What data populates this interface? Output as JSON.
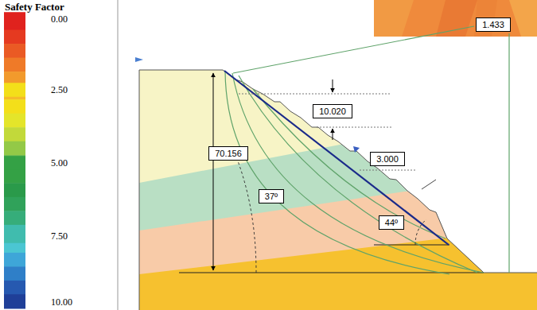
{
  "diagram": {
    "nodes": [
      {
        "text": [
          "1.433"
        ]
      },
      {
        "text": [
          "10.020"
        ]
      },
      {
        "text": [
          "3.000"
        ]
      },
      {
        "text": [
          "70.156"
        ]
      },
      {
        "text": [
          "37º"
        ]
      },
      {
        "text": [
          "44º"
        ]
      }
    ],
    "labels": [
      "Safety Factor"
    ],
    "legend": [
      {
        "text": "0.00",
        "color": "#e0221e"
      },
      {
        "text": "2.50",
        "color": "#f3df1a"
      },
      {
        "text": "5.00",
        "color": "#34a145"
      },
      {
        "text": "7.50",
        "color": "#40bcae"
      },
      {
        "text": "10.00",
        "color": "#1f3f98"
      }
    ]
  }
}
